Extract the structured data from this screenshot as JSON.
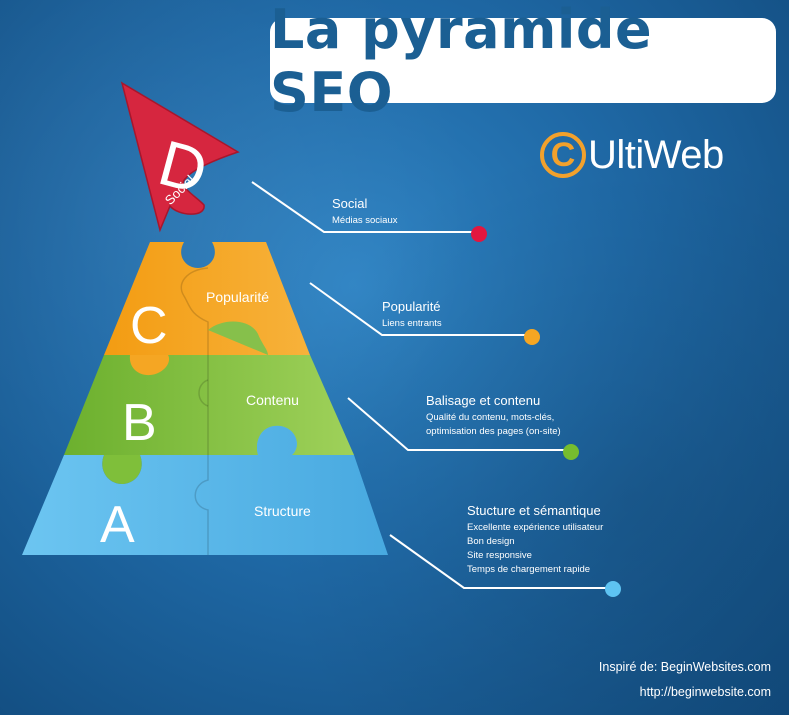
{
  "header": {
    "title": "La pyramide SEO"
  },
  "logo": {
    "mark": "C",
    "name": "UltiWeb",
    "accent_color": "#f2a12c"
  },
  "levels": [
    {
      "letter": "D",
      "label": "Social",
      "color": "#d6263f"
    },
    {
      "letter": "C",
      "label": "Popularité",
      "color": "#f5a623"
    },
    {
      "letter": "B",
      "label": "Contenu",
      "color": "#7fbf3a"
    },
    {
      "letter": "A",
      "label": "Structure",
      "color": "#5bb8ea"
    }
  ],
  "callouts": [
    {
      "title": "Social",
      "lines": [
        "Médias sociaux"
      ],
      "dot_color": "#e3163f"
    },
    {
      "title": "Popularité",
      "lines": [
        "Liens entrants"
      ],
      "dot_color": "#f5a623"
    },
    {
      "title": "Balisage et contenu",
      "lines": [
        "Qualité du contenu, mots-clés,",
        "optimisation des pages (on-site)"
      ],
      "dot_color": "#76bd2f"
    },
    {
      "title": "Stucture et sémantique",
      "lines": [
        "Excellente expérience utilisateur",
        "Bon design",
        "Site responsive",
        "Temps de chargement rapide"
      ],
      "dot_color": "#5ec3f2"
    }
  ],
  "footer": {
    "inspired": "Inspiré de: BeginWebsites.com",
    "url": "http://beginwebsite.com"
  }
}
